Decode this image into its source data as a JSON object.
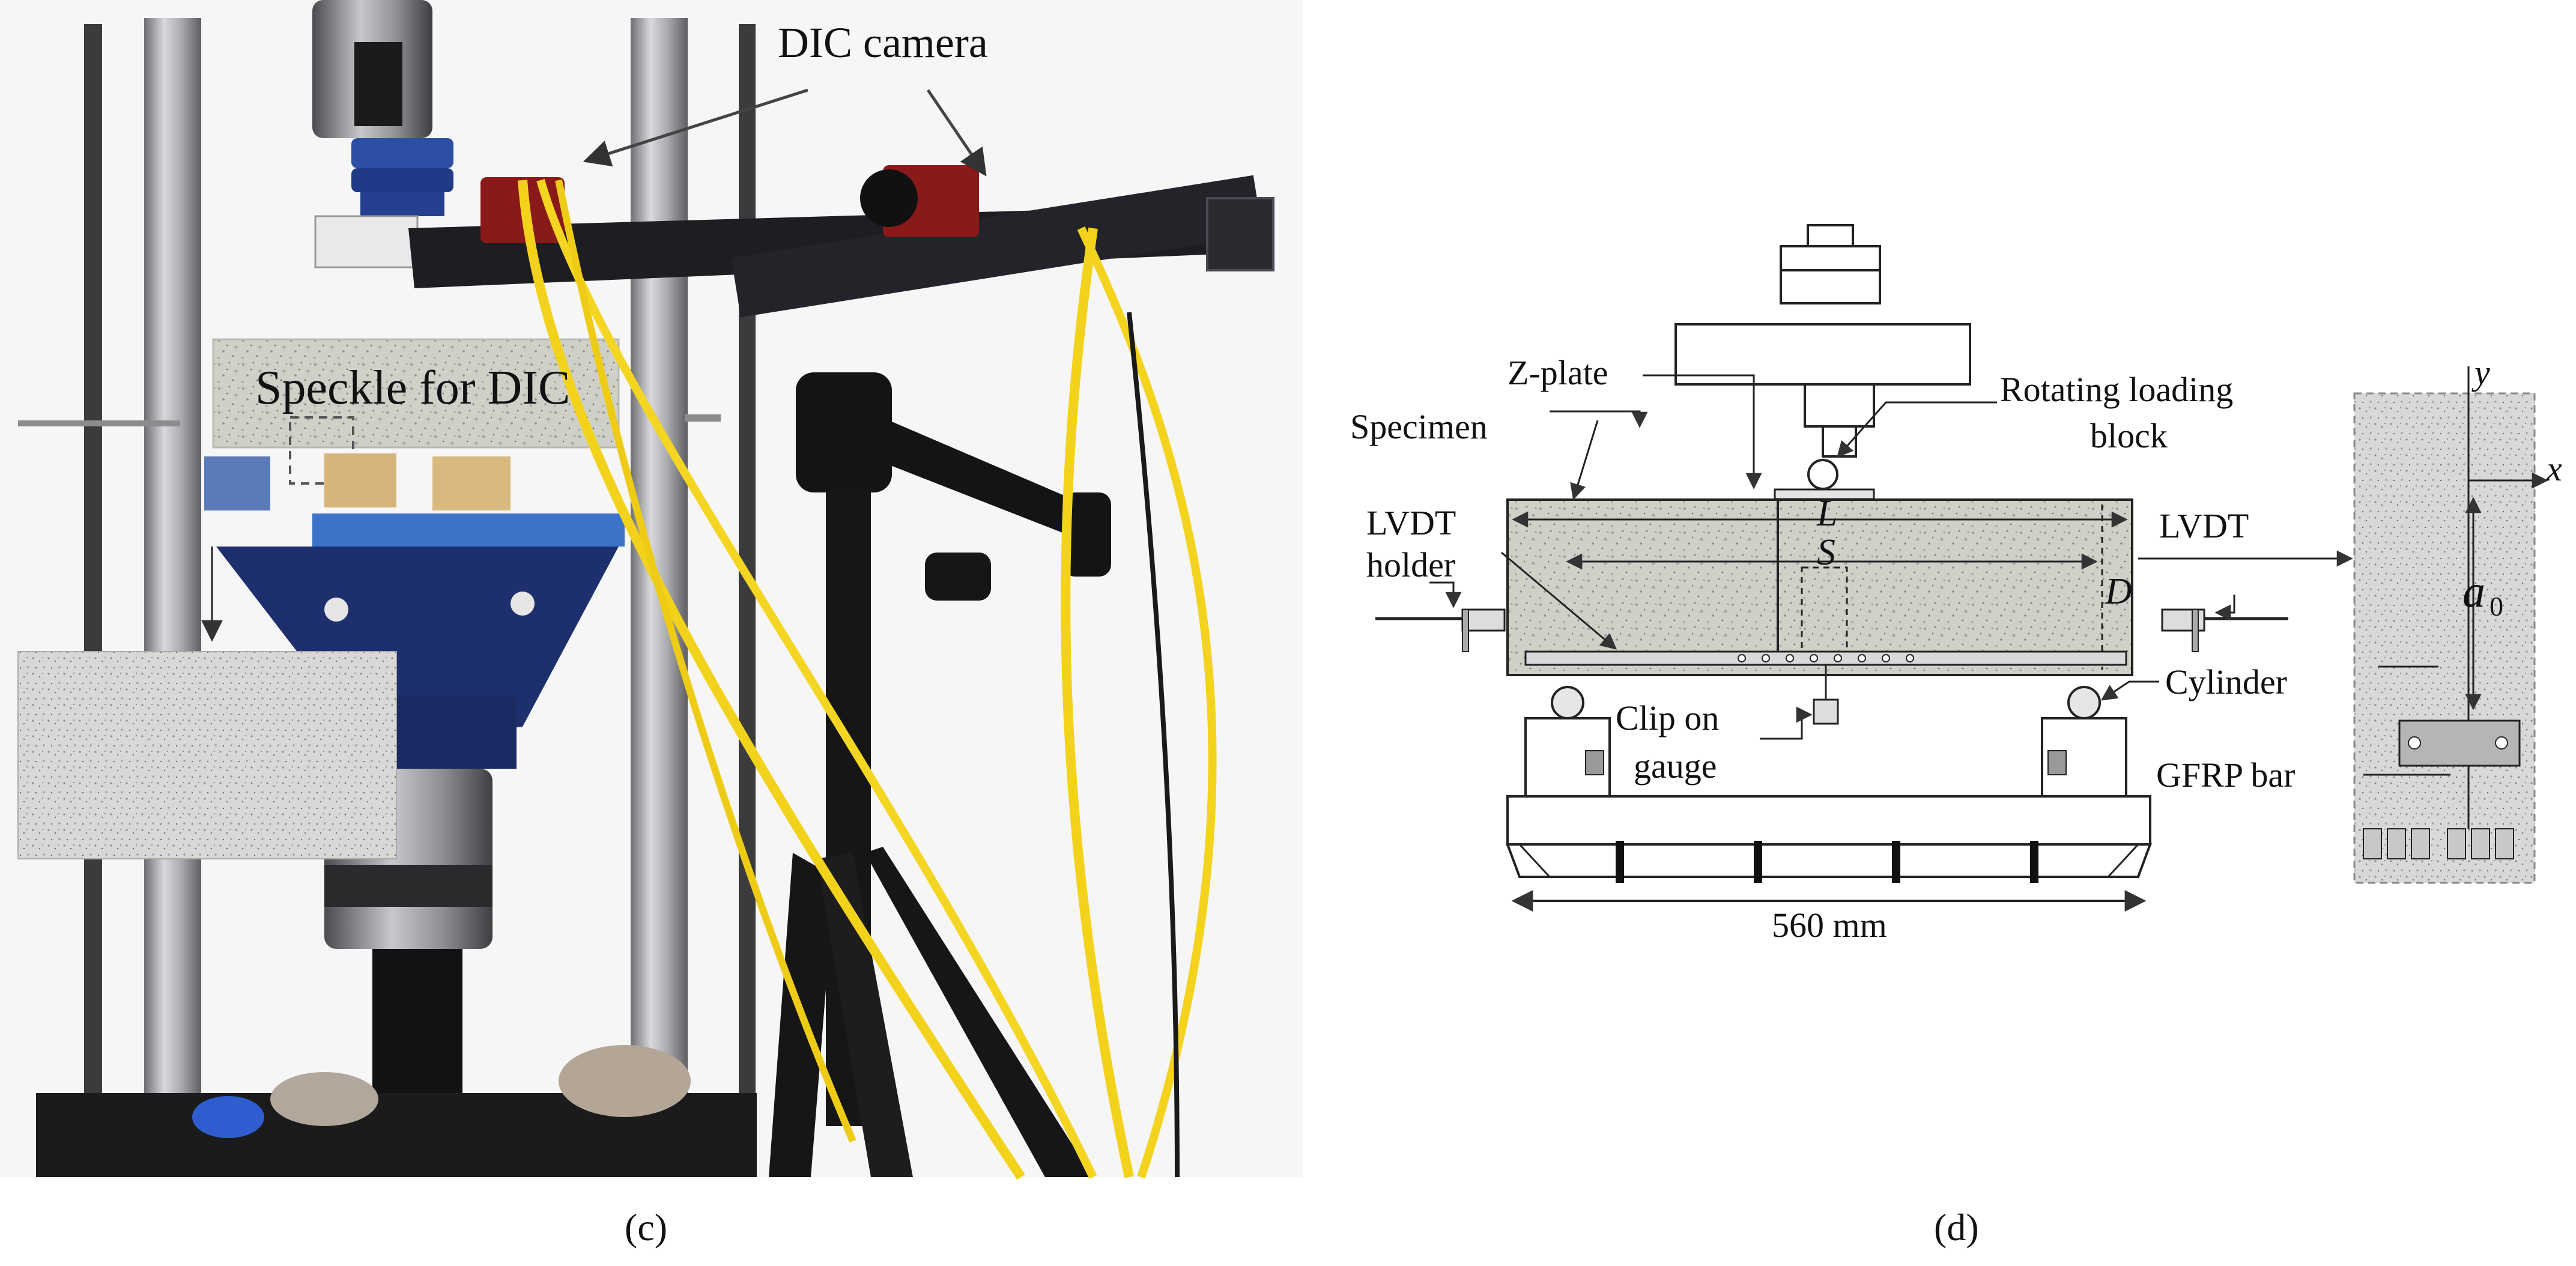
{
  "colors": {
    "background": "#ffffff",
    "concrete": "#c9cbc3",
    "frame_blue": "#1e2f6e",
    "cable_yellow": "#f2d21b",
    "tripod_black": "#161616",
    "camera_red": "#8a1a1a"
  },
  "photo": {
    "dic_camera_label": "DIC camera",
    "speckle_label": "Speckle for DIC"
  },
  "schematic": {
    "z_plate": "Z-plate",
    "specimen": "Specimen",
    "rotating_loading_block_line1": "Rotating loading",
    "rotating_loading_block_line2": "block",
    "lvdt_holder_line1": "LVDT",
    "lvdt_holder_line2": "holder",
    "lvdt": "LVDT",
    "L": "L",
    "S": "S",
    "D": "D",
    "cylinder": "Cylinder",
    "clip_on_gauge_line1": "Clip on",
    "clip_on_gauge_line2": "gauge",
    "dimension": "560 mm",
    "gfrp_bar": "GFRP bar",
    "axis_y": "y",
    "axis_x": "x",
    "a0": "a",
    "a0_sub": "0"
  },
  "captions": {
    "left": "(c)",
    "right": "(d)"
  }
}
